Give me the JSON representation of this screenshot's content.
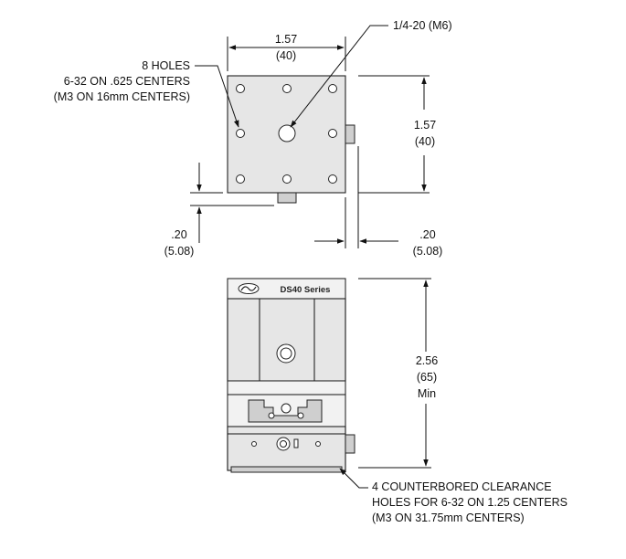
{
  "top_view": {
    "width_in": "1.57",
    "width_mm": "(40)",
    "height_in": "1.57",
    "height_mm": "(40)",
    "center_hole": "1/4-20 (M6)",
    "holes_line1": "8 HOLES",
    "holes_line2": "6-32 ON .625 CENTERS",
    "holes_line3": "(M3 ON 16mm CENTERS)",
    "offset_left_in": ".20",
    "offset_left_mm": "(5.08)",
    "offset_right_in": ".20",
    "offset_right_mm": "(5.08)"
  },
  "front_view": {
    "series_label": "DS40 Series",
    "height_in": "2.56",
    "height_mm": "(65)",
    "height_note": "Min",
    "mount_line1": "4 COUNTERBORED CLEARANCE",
    "mount_line2": "HOLES FOR 6-32 ON 1.25 CENTERS",
    "mount_line3": "(M3 ON 31.75mm CENTERS)"
  }
}
